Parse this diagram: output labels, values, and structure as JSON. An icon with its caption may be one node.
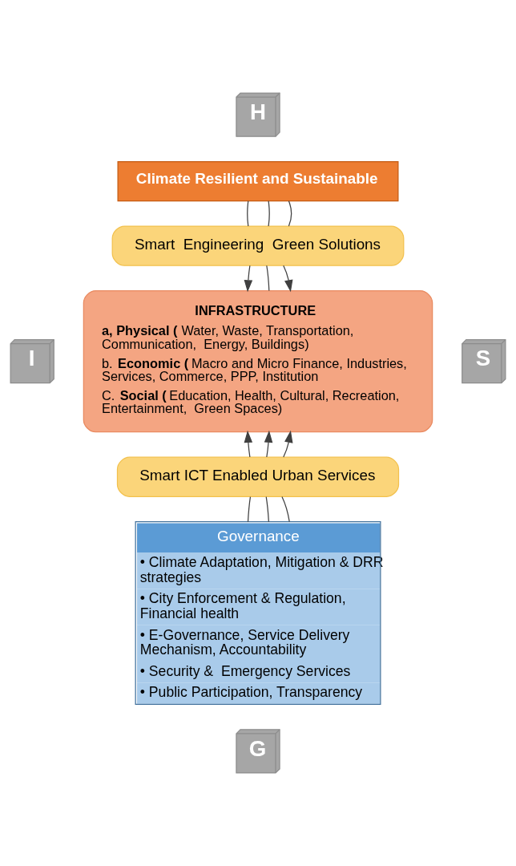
{
  "diagram": {
    "nodes": [
      {
        "text": [
          "H"
        ]
      },
      {
        "text": [
          "Climate Resilient and Sustainable"
        ]
      },
      {
        "text": [
          "Smart  Engineering  Green Solutions"
        ]
      },
      {
        "text": [
          "INFRASTRUCTURE",
          "**a, Physical (**Water, Waste, Transportation, Communication,  Energy, Buildings)",
          "b. **Economic (**Macro and Micro Finance, Industries, Services, Commerce, PPP, Institution",
          "C. **Social (**Education, Health, Cultural, Recreation, Entertainment,  Green Spaces)"
        ]
      },
      {
        "text": [
          "I"
        ]
      },
      {
        "text": [
          "S"
        ]
      },
      {
        "text": [
          "Smart ICT Enabled Urban Services"
        ]
      },
      {
        "text": [
          "Governance",
          "• Climate Adaptation, Mitigation & DRR strategies",
          "• City Enforcement & Regulation, Financial health",
          "• E-Governance, Service Delivery Mechanism, Accountability",
          "• Security &  Emergency Services",
          "• Public Participation, Transparency"
        ]
      },
      {
        "text": [
          "G"
        ]
      }
    ],
    "edges": [
      {
        "from": 1,
        "to": 2,
        "arrow": "none"
      },
      {
        "from": 1,
        "to": 2,
        "arrow": "none"
      },
      {
        "from": 1,
        "to": 2,
        "arrow": "none"
      },
      {
        "from": 2,
        "to": 3,
        "arrow": "to"
      },
      {
        "from": 2,
        "to": 3,
        "arrow": "none"
      },
      {
        "from": 2,
        "to": 3,
        "arrow": "to"
      },
      {
        "from": 7,
        "to": 6,
        "arrow": "none"
      },
      {
        "from": 7,
        "to": 6,
        "arrow": "none"
      },
      {
        "from": 7,
        "to": 6,
        "arrow": "none"
      },
      {
        "from": 6,
        "to": 3,
        "arrow": "to"
      },
      {
        "from": 6,
        "to": 3,
        "arrow": "to"
      },
      {
        "from": 6,
        "to": 3,
        "arrow": "to"
      }
    ]
  }
}
